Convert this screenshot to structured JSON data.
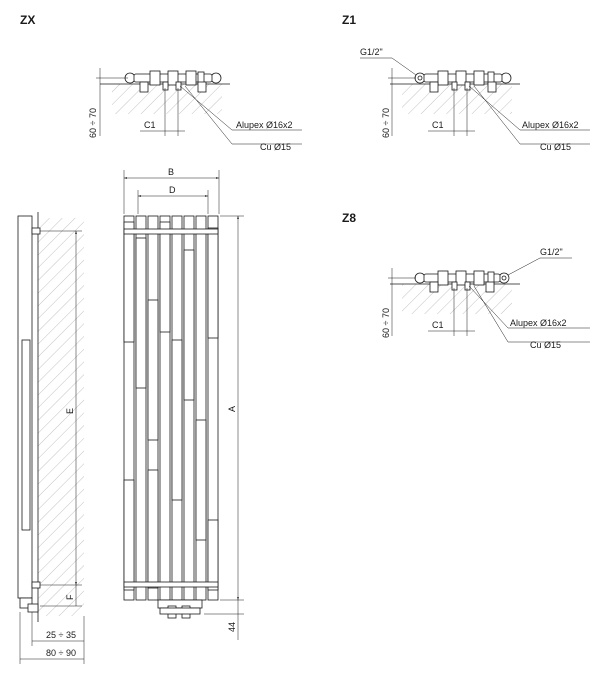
{
  "variants": [
    {
      "title": "ZX",
      "height_range": "60 ÷ 70",
      "c1": "C1",
      "pipe_1": "Alupex Ø16x2",
      "pipe_2": "Cu Ø15"
    },
    {
      "title": "Z1",
      "thread": "G1/2\"",
      "height_range": "60 ÷ 70",
      "c1": "C1",
      "pipe_1": "Alupex Ø16x2",
      "pipe_2": "Cu Ø15"
    },
    {
      "title": "Z8",
      "thread": "G1/2\"",
      "height_range": "60 ÷ 70",
      "c1": "C1",
      "pipe_1": "Alupex Ø16x2",
      "pipe_2": "Cu Ø15"
    }
  ],
  "radiator": {
    "dim_b": "B",
    "dim_d": "D",
    "dim_a": "A",
    "dim_e": "E",
    "dim_f": "F",
    "dim_44": "44",
    "wall_gap": "25 ÷ 35",
    "depth": "80 ÷ 90"
  }
}
